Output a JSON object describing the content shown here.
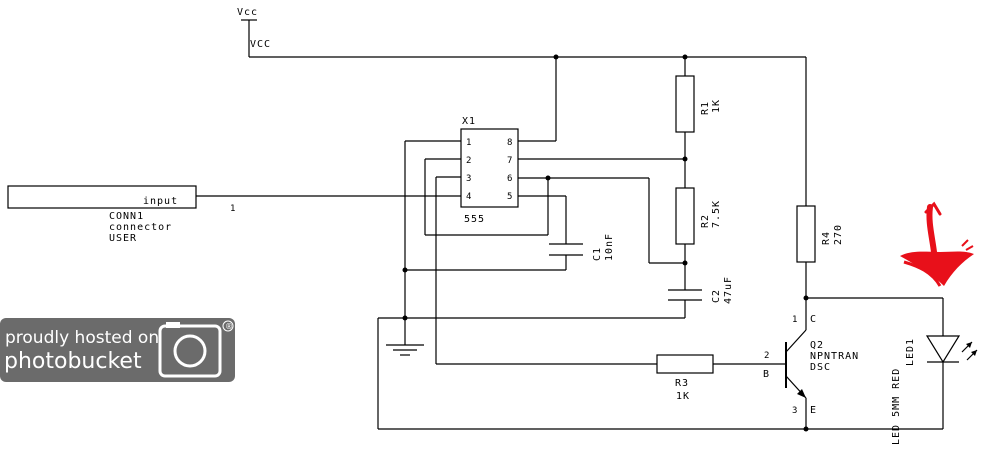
{
  "power": {
    "vcc_top": "Vcc",
    "vcc_net": "VCC"
  },
  "ic": {
    "ref": "X1",
    "part": "555",
    "pins": [
      "1",
      "2",
      "3",
      "4",
      "8",
      "7",
      "6",
      "5"
    ]
  },
  "connector": {
    "pin_label": "input",
    "ref": "CONN1",
    "type": "connector",
    "user": "USER",
    "pin_number": "1"
  },
  "resistors": [
    {
      "ref": "R1",
      "value": "1K"
    },
    {
      "ref": "R2",
      "value": "7.5K"
    },
    {
      "ref": "R3",
      "value": "1K"
    },
    {
      "ref": "R4",
      "value": "270"
    }
  ],
  "capacitors": [
    {
      "ref": "C1",
      "value": "10nF"
    },
    {
      "ref": "C2",
      "value": "47uF"
    }
  ],
  "transistor": {
    "ref": "Q2",
    "type": "NPNTRAN",
    "package": "DSC",
    "pins": {
      "collector_num": "1",
      "collector": "C",
      "base_num": "2",
      "base": "B",
      "emitter_num": "3",
      "emitter": "E"
    }
  },
  "led": {
    "ref": "LED1",
    "description": "LED 5MM RED"
  },
  "watermark": {
    "line1": "proudly hosted on",
    "line2": "photobucket",
    "reg": "®"
  },
  "colors": {
    "ink": "#000000",
    "annotation": "#e8101a",
    "watermark": "#6b6b6b"
  }
}
